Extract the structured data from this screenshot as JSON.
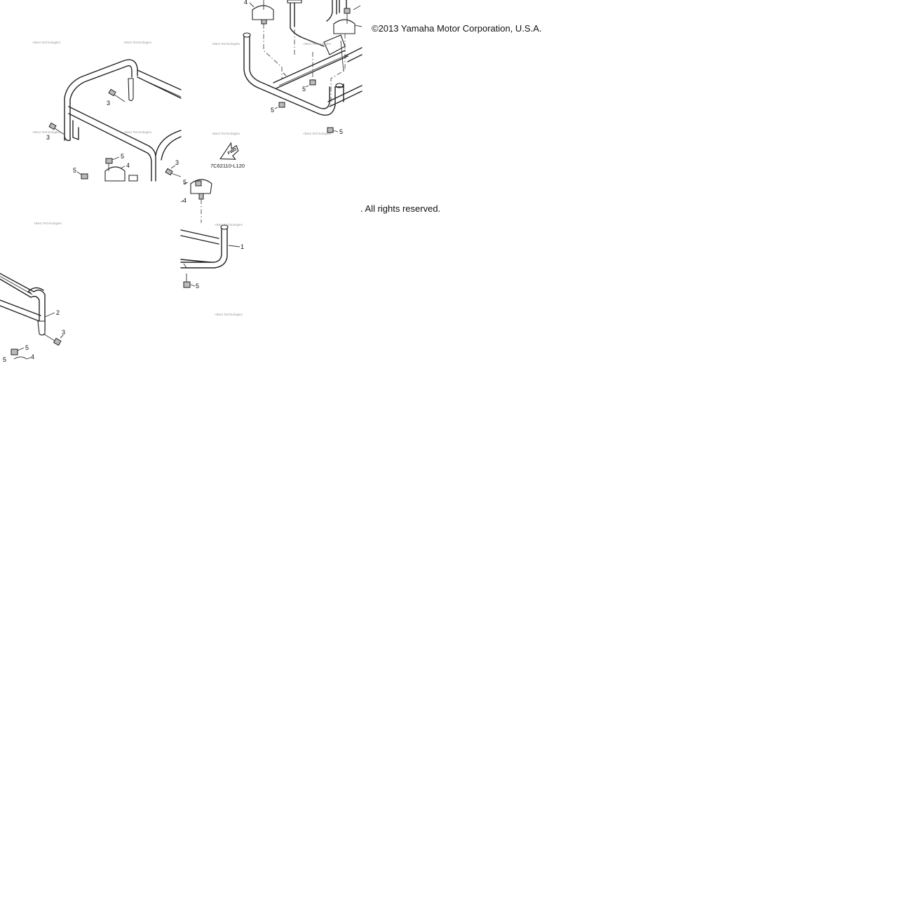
{
  "copyright": "©2013 Yamaha Motor Corporation, U.S.A.",
  "rights": ". All rights reserved.",
  "diagram_code": "7C62110-L120",
  "fwd_label": "FWD",
  "watermark": "<Best Technologies",
  "callouts": {
    "c1": "1",
    "c2": "2",
    "c3": "3",
    "c4": "4",
    "c5": "5"
  }
}
